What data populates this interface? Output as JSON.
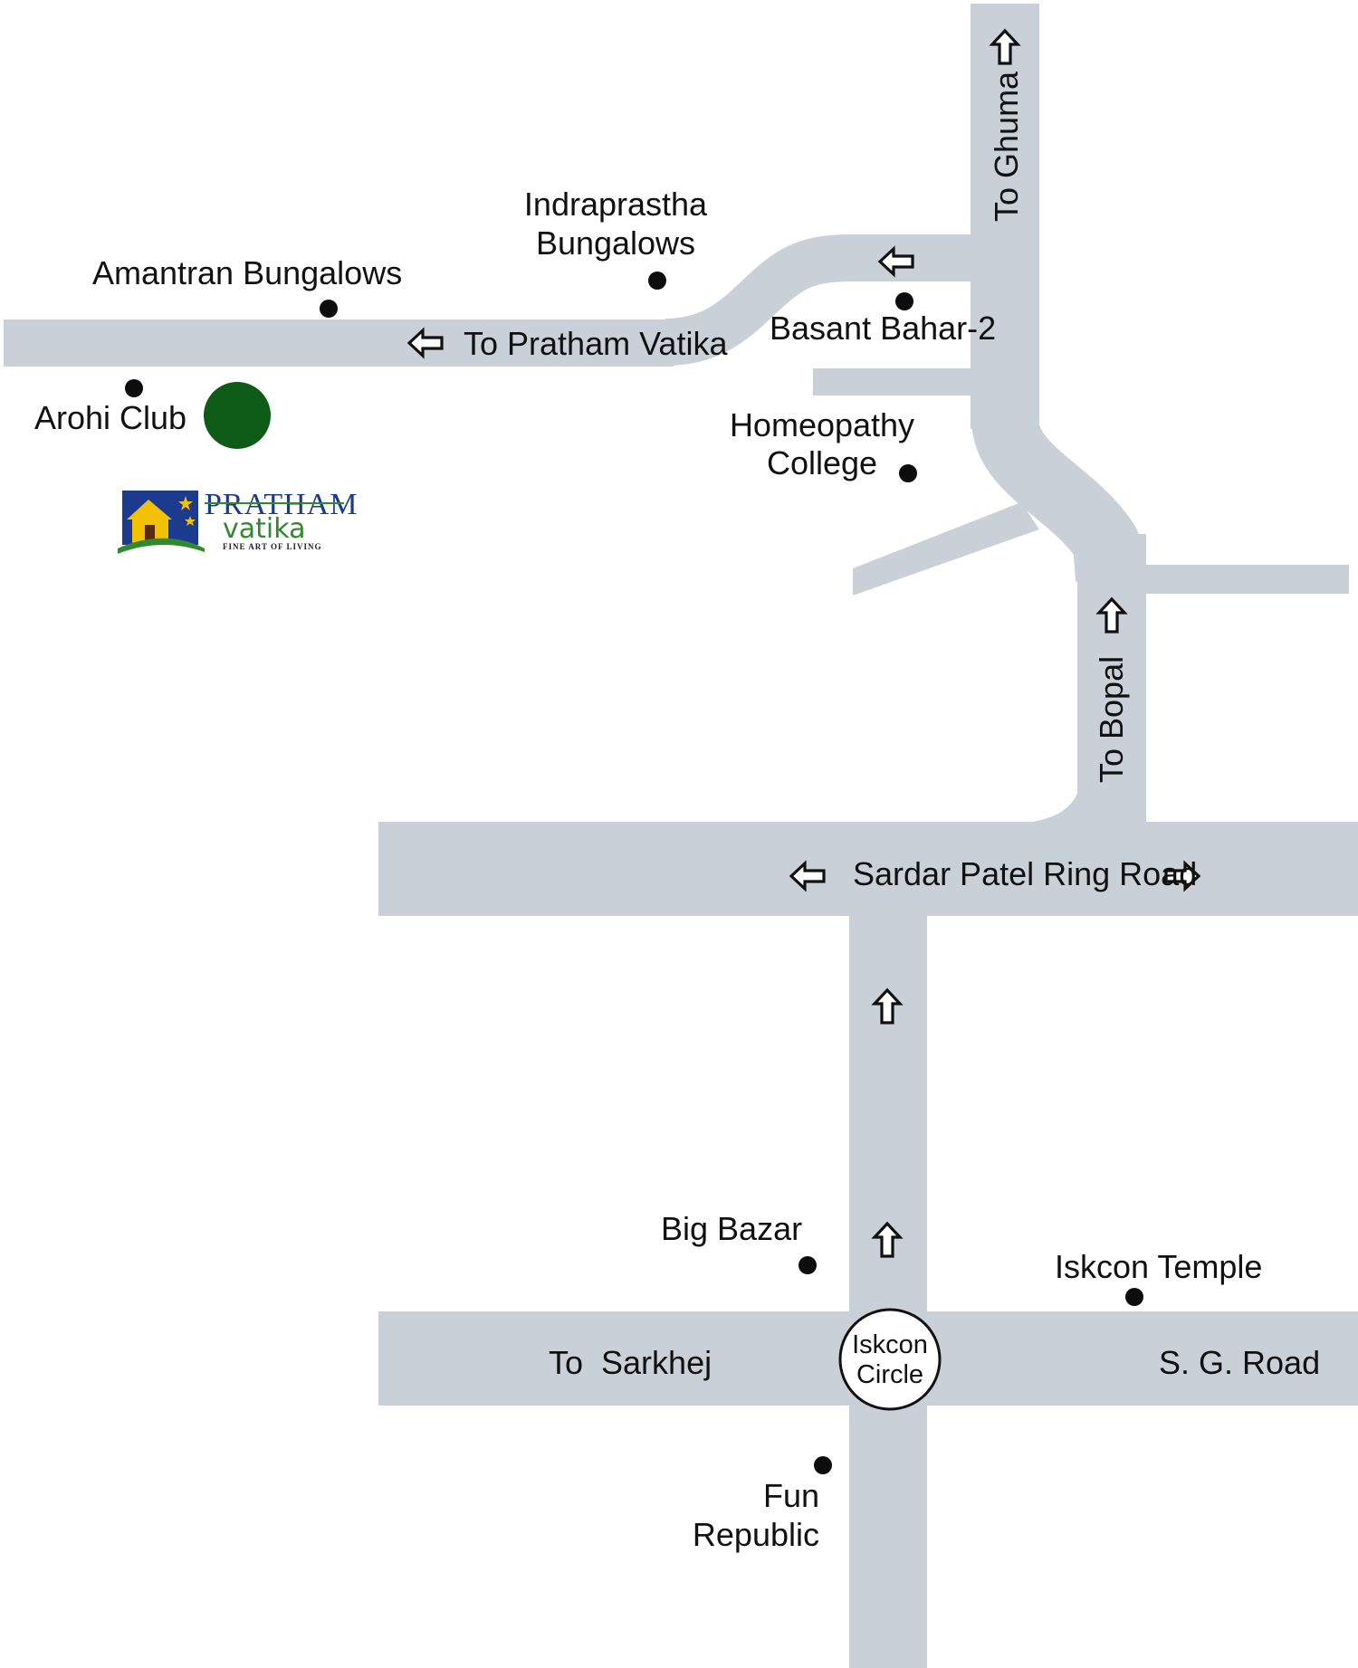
{
  "colors": {
    "road": "#c9d0d8",
    "text": "#111111",
    "dot": "#0d0d0d",
    "project_marker": "#0e5a17",
    "logo_blue": "#1c3b8f",
    "logo_green": "#2f8a2d",
    "logo_yellow": "#f2c200"
  },
  "roads": {
    "ring_road": "Sardar Patel Ring Road",
    "to_pratham": "To Pratham Vatika",
    "to_ghuma": "To Ghuma",
    "to_bopal": "To Bopal",
    "to_sarkhej": "To  Sarkhej",
    "sg_road": "S. G. Road"
  },
  "circle": {
    "line1": "Iskcon",
    "line2": "Circle"
  },
  "landmarks": {
    "amantran": "Amantran Bungalows",
    "indraprastha": [
      "Indraprastha",
      "Bungalows"
    ],
    "basant": "Basant Bahar-2",
    "homeopathy": [
      "Homeopathy",
      "College"
    ],
    "arohi": "Arohi Club",
    "big_bazar": "Big Bazar",
    "iskcon_temple": "Iskcon Temple",
    "fun_republic": [
      "Fun",
      "Republic"
    ]
  },
  "logo": {
    "name": "PRATHAM",
    "sub": "vatika",
    "tagline": "FINE ART OF LIVING"
  },
  "icons": {
    "arrow_left": "arrow-left-icon",
    "arrow_right": "arrow-right-icon",
    "arrow_up": "arrow-up-icon",
    "landmark_dot": "landmark-dot-icon",
    "project_marker": "project-location-marker-icon"
  }
}
